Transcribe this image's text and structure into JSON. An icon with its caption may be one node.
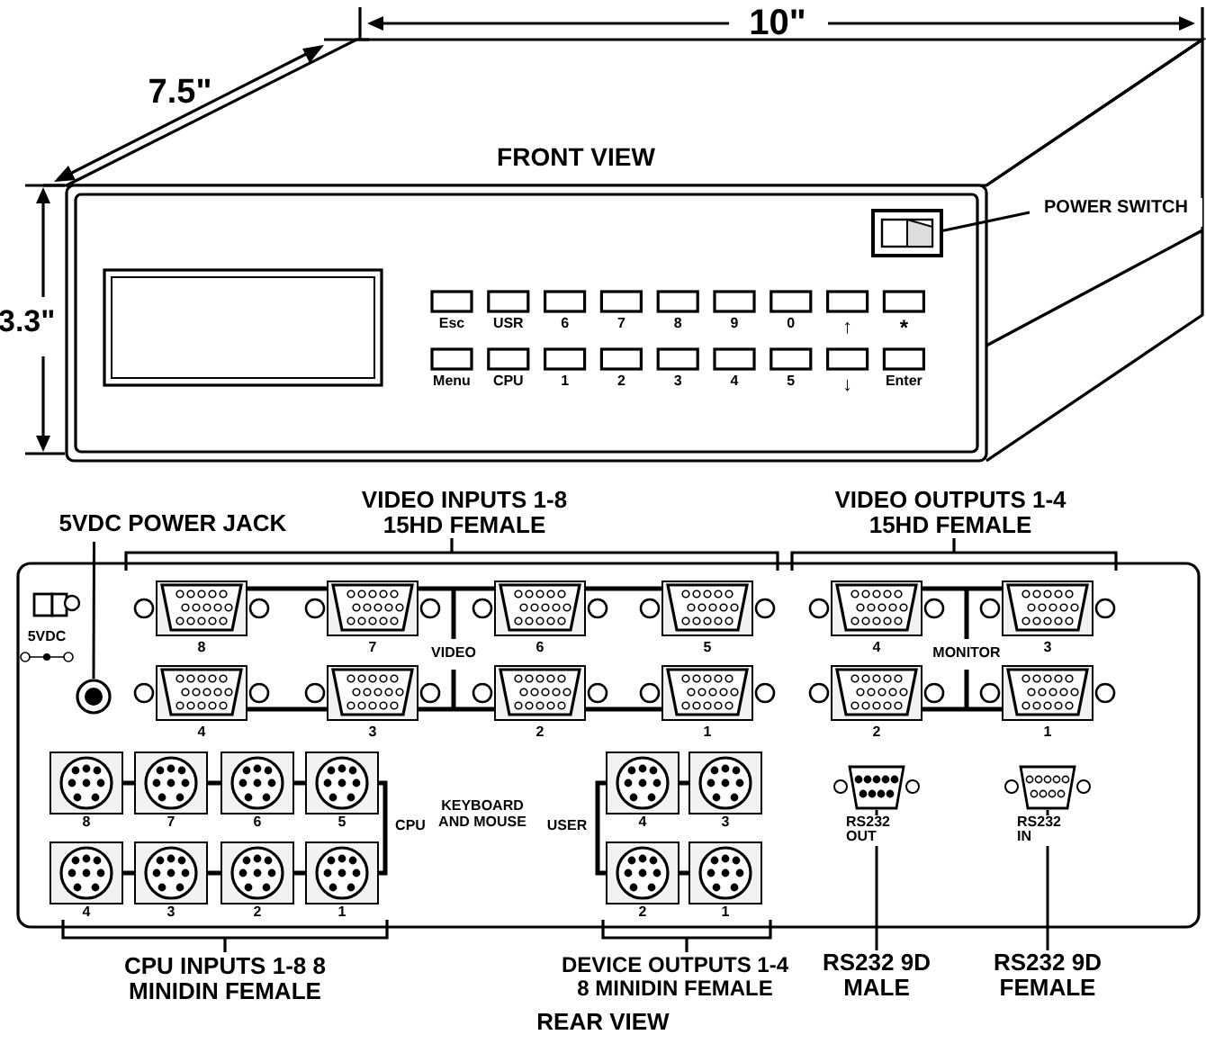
{
  "diagram": {
    "nodes": [
      {
        "text": [
          "POWER SWITCH"
        ]
      },
      {
        "text": [],
        "shape": "picture"
      },
      {
        "text": [
          "5VDC POWER JACK"
        ]
      },
      {
        "text": [],
        "shape": "circle"
      },
      {
        "text": [
          "RS232 9D MALE"
        ]
      },
      {
        "text": [],
        "shape": "picture",
        "beside": [
          "RS232 OUT"
        ]
      },
      {
        "text": [
          "RS232 9D FEMALE"
        ]
      },
      {
        "text": [],
        "shape": "picture",
        "beside": [
          "RS232 IN"
        ]
      }
    ],
    "edges": [
      {
        "from": 0,
        "to": 1,
        "arrow": "none"
      },
      {
        "from": 2,
        "to": 3,
        "arrow": "none"
      },
      {
        "from": 4,
        "to": 5,
        "arrow": "none"
      },
      {
        "from": 6,
        "to": 7,
        "arrow": "none"
      }
    ],
    "labels": [
      "10\"",
      "7.5\"",
      "FRONT VIEW",
      "3.3\"",
      "Esc",
      "USR",
      "6",
      "7",
      "8",
      "9",
      "0",
      "↑",
      "*",
      "Menu",
      "CPU",
      "1",
      "2",
      "3",
      "4",
      "5",
      "↓",
      "Enter",
      "VIDEO INPUTS 1-8 15HD FEMALE",
      "VIDEO OUTPUTS 1-4 15HD FEMALE",
      "5VDC",
      "8",
      "7",
      "6",
      "5",
      "VIDEO",
      "4",
      "MONITOR",
      "3",
      "4",
      "3",
      "2",
      "1",
      "2",
      "1",
      "8",
      "7",
      "6",
      "5",
      "CPU",
      "KEYBOARD AND MOUSE",
      "USER",
      "4",
      "3",
      "4",
      "3",
      "2",
      "1",
      "2",
      "1",
      "CPU INPUTS 1-8 8 MINIDIN FEMALE",
      "DEVICE OUTPUTS 1-4 8 MINIDIN FEMALE",
      "REAR VIEW"
    ]
  }
}
